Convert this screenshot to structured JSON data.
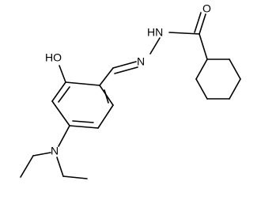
{
  "structure": {
    "colors": {
      "bond": "#000000",
      "label": "#000000",
      "background": "#ffffff"
    },
    "labels": {
      "carbonyl_o": "O",
      "hn": "HN",
      "n_imine": "N",
      "ho": "HO",
      "n_amine": "N"
    }
  }
}
